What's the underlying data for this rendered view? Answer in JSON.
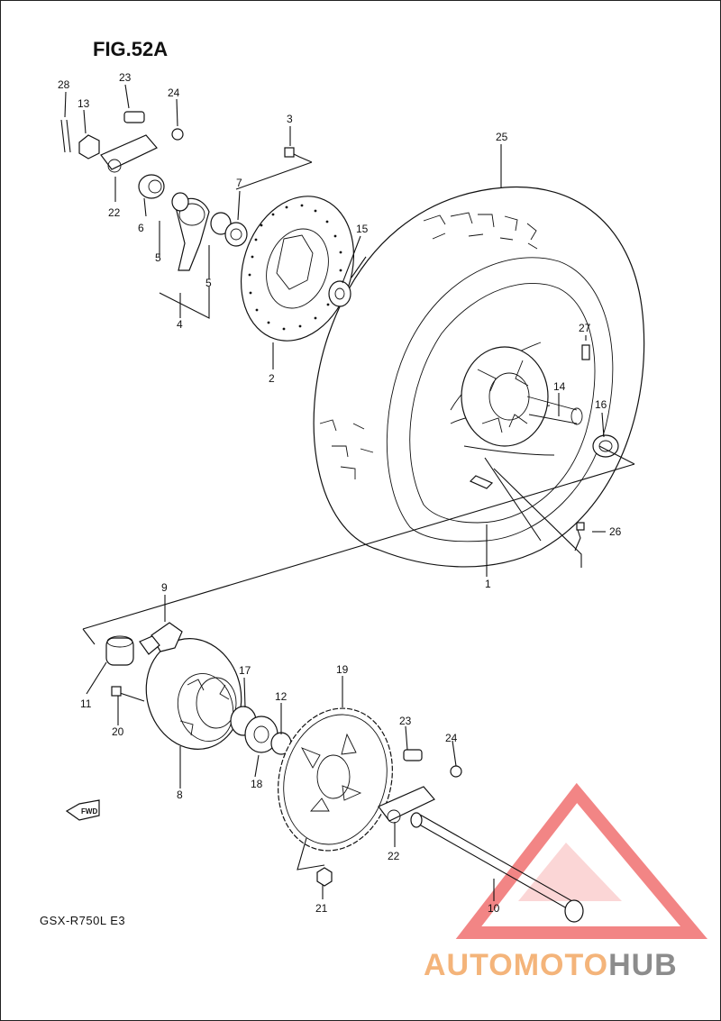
{
  "figure": {
    "title": "FIG.52A",
    "model_code": "GSX-R750L  E3"
  },
  "direction_marker": {
    "label": "FWD",
    "icon": "fwd-arrow-icon"
  },
  "watermark": {
    "text_prefix": "AUTOMOTO",
    "text_suffix": "HUB",
    "colors": {
      "prefix": "#f4b47a",
      "suffix": "#8c8c8c",
      "logo": "#f07070"
    },
    "icon": "automotohub-logo-icon"
  },
  "callouts": [
    "1",
    "2",
    "3",
    "4",
    "5",
    "5",
    "6",
    "7",
    "8",
    "9",
    "10",
    "11",
    "12",
    "13",
    "14",
    "15",
    "16",
    "17",
    "18",
    "19",
    "20",
    "21",
    "22",
    "22",
    "23",
    "23",
    "24",
    "24",
    "25",
    "26",
    "27",
    "28"
  ]
}
